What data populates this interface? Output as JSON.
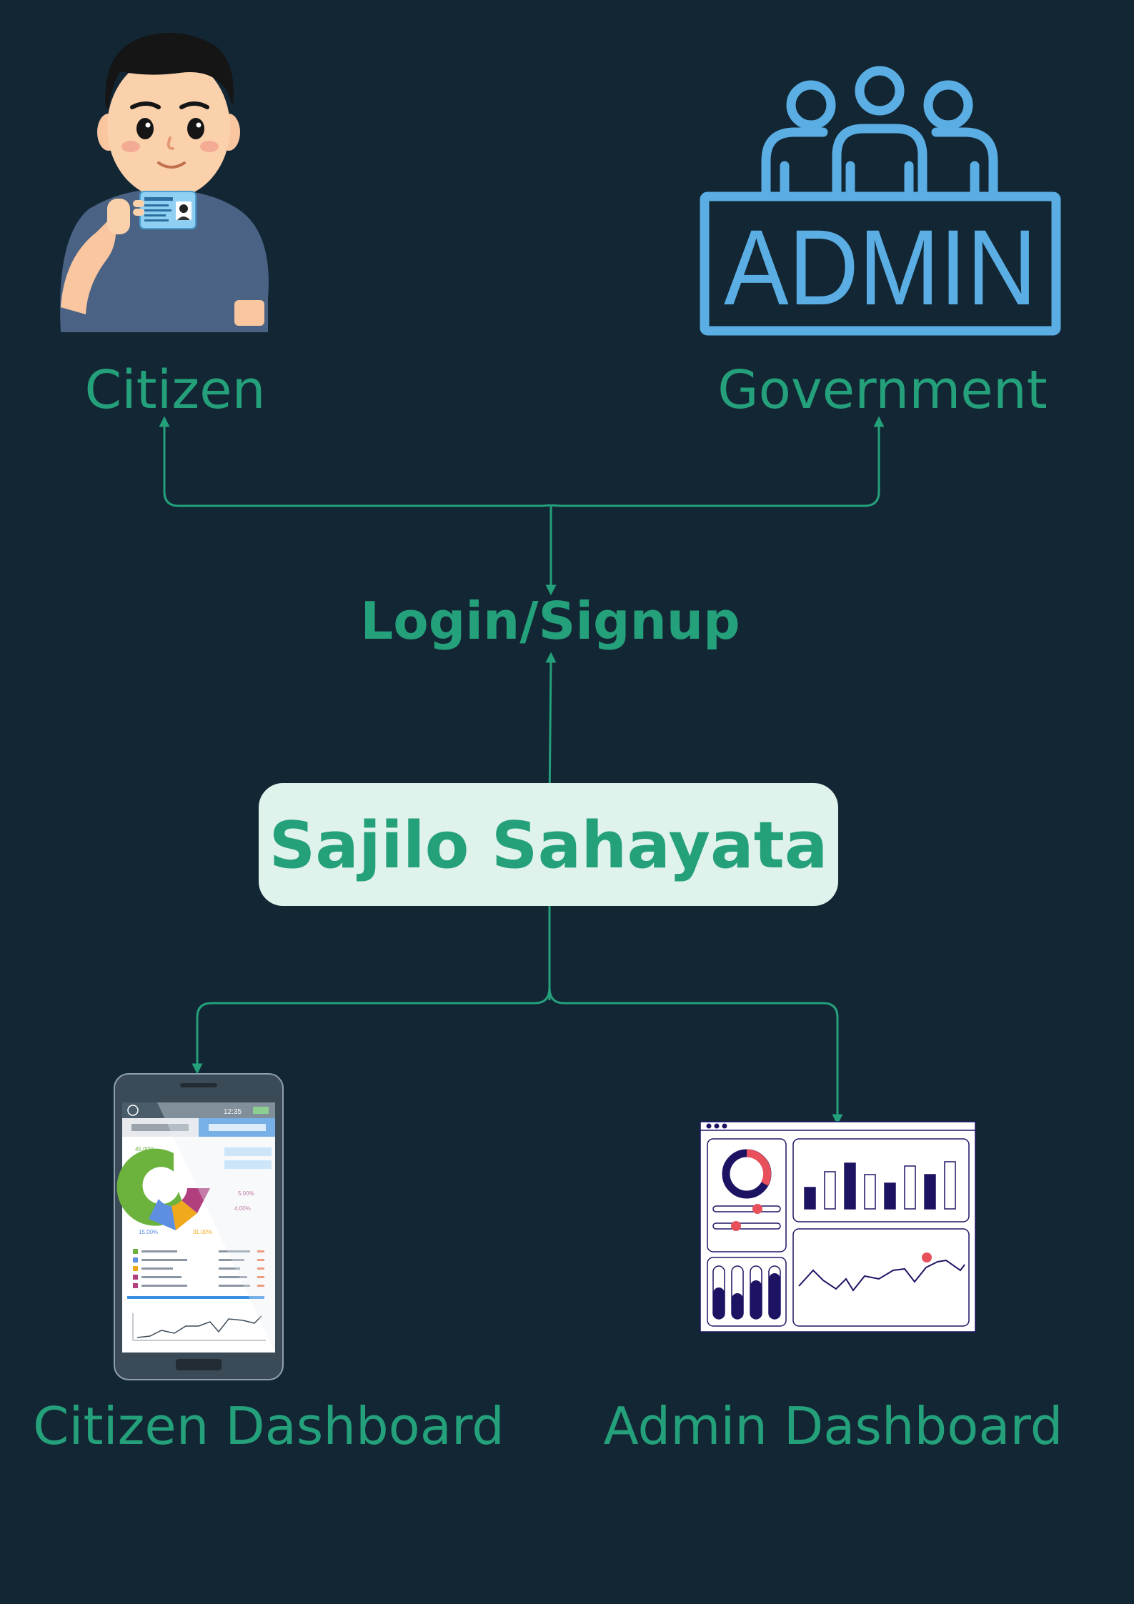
{
  "nodes": {
    "citizen": {
      "label": "Citizen"
    },
    "government": {
      "label": "Government",
      "badge_text": "ADMIN"
    },
    "login": {
      "label": "Login/Signup"
    },
    "app": {
      "label": "Sajilo Sahayata"
    },
    "citizen_dashboard": {
      "label": "Citizen Dashboard",
      "phone_time": "12:35",
      "chart_labels": [
        "45.00%",
        "5.00%",
        "4.00%",
        "15.00%",
        "31.00%"
      ]
    },
    "admin_dashboard": {
      "label": "Admin Dashboard"
    }
  },
  "colors": {
    "background": "#122634",
    "accent": "#24a07a",
    "admin_icon": "#5aaee3",
    "app_box": "#dff2ec",
    "dashboard_navy": "#1c1463",
    "dashboard_red": "#e8505b"
  },
  "icons": {
    "citizen": "person-holding-id-card-icon",
    "government": "admin-group-icon",
    "citizen_dashboard": "phone-dashboard-icon",
    "admin_dashboard": "desktop-dashboard-icon"
  }
}
